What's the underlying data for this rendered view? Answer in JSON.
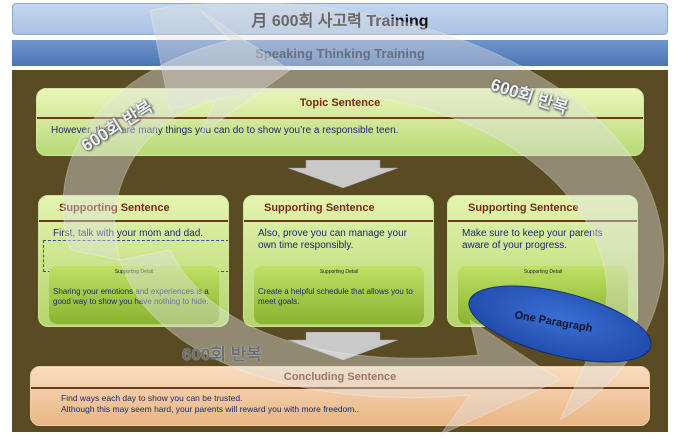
{
  "header": {
    "title": "月 600회  사고력 Training",
    "subtitle": "Speaking Thinking Training"
  },
  "topic": {
    "heading": "Topic Sentence",
    "text": "However, there are many things you  can do to show you’re a responsible teen."
  },
  "supporting": [
    {
      "heading": "Supporting Sentence",
      "text": "First, talk with your mom and dad.",
      "detail_tag": "Supporting Detail",
      "detail": "Sharing your emotions and experiences is a good way to show you have nothing to hide."
    },
    {
      "heading": "Supporting Sentence",
      "text": "Also, prove you can manage your own time responsibly.",
      "detail_tag": "Supporting Detail",
      "detail": "Create a helpful schedule that allows you to meet goals."
    },
    {
      "heading": "Supporting Sentence",
      "text": "Make sure to keep your parents aware of your progress.",
      "detail_tag": "Supporting Detail",
      "detail": ""
    }
  ],
  "concluding": {
    "heading": "Concluding Sentence",
    "line1": "Find ways each day to show you can be trusted.",
    "line2": "Although this may seem hard, your   parents will reward you with more freedom.."
  },
  "overlays": {
    "repeat_1": "600회 반복",
    "repeat_2": "600회 반복",
    "repeat_3": "600회 반복",
    "one_paragraph": "One Paragraph"
  },
  "colors": {
    "stage": "#5a4b22",
    "title_bar": "#b6cbe8",
    "subtitle_bar": "#5a80c0",
    "green_box": "#cfe78f",
    "concluding_box": "#f2c9a0",
    "oval": "#2456c0"
  }
}
